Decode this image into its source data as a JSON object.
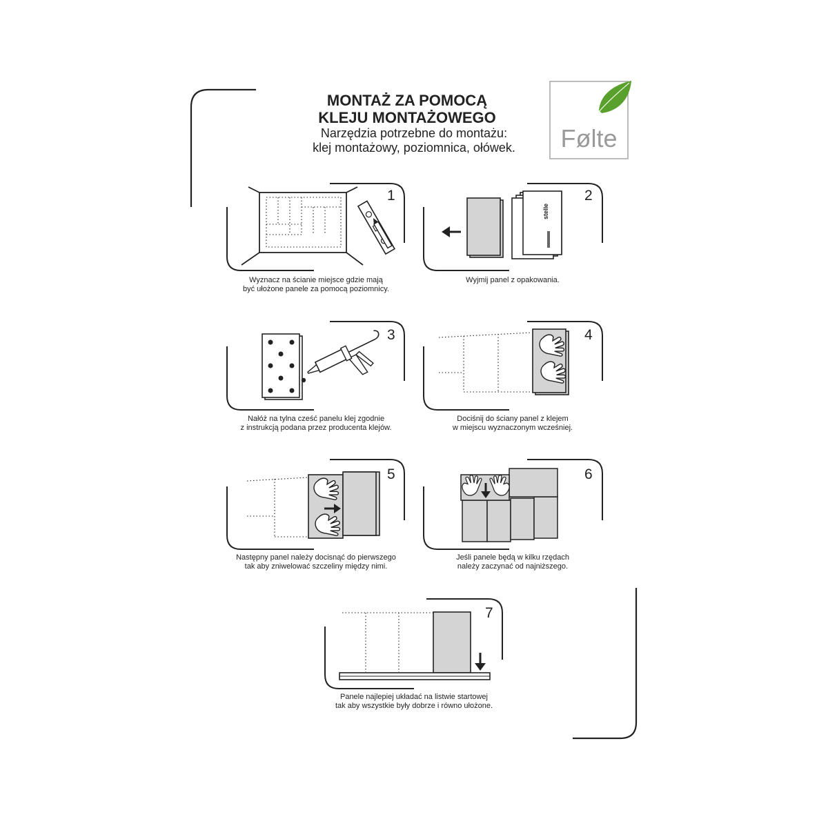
{
  "header": {
    "title_line1": "MONTAŻ ZA POMOCĄ",
    "title_line2": "KLEJU MONTAŻOWEGO",
    "subtitle_line1": "Narzędzia potrzebne do montażu:",
    "subtitle_line2": "klej montażowy, poziomnica, ołówek."
  },
  "logo": {
    "text": "Følte",
    "leaf_color": "#5aa02c"
  },
  "panel_brand": "stelle",
  "steps": [
    {
      "number": "1",
      "caption_line1": "Wyznacz na ścianie miejsce gdzie mają",
      "caption_line2": "być ułożone panele za pomocą poziomnicy."
    },
    {
      "number": "2",
      "caption_line1": "Wyjmij panel z opakowania.",
      "caption_line2": ""
    },
    {
      "number": "3",
      "caption_line1": "Nałóż na tylna cześć panelu klej zgodnie",
      "caption_line2": "z instrukcją podana przez producenta klejów."
    },
    {
      "number": "4",
      "caption_line1": "Dociśnij do ściany panel z klejem",
      "caption_line2": "w miejscu wyznaczonym wcześniej."
    },
    {
      "number": "5",
      "caption_line1": "Następny panel należy docisnąć do pierwszego",
      "caption_line2": "tak aby zniwelować szczeliny między nimi."
    },
    {
      "number": "6",
      "caption_line1": "Jeśli panele będą w kilku rzędach",
      "caption_line2": "należy zaczynać od najniższego."
    },
    {
      "number": "7",
      "caption_line1": "Panele najlepiej układać na listwie startowej",
      "caption_line2": "tak aby wszystkie były dobrze i równo ułożone."
    }
  ],
  "colors": {
    "panel_fill": "#d4d4d4",
    "line": "#222222"
  }
}
